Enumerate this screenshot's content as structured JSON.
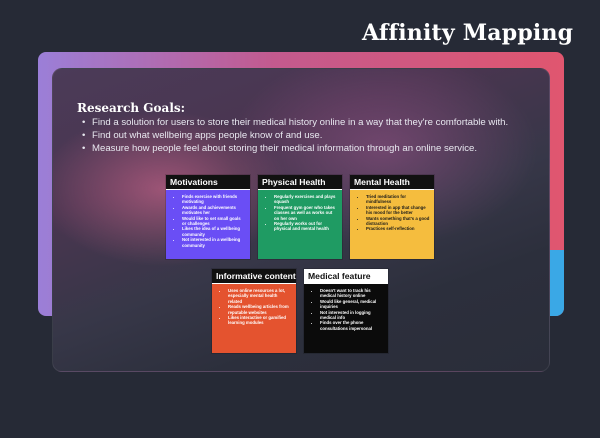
{
  "title": "Affinity Mapping",
  "research": {
    "heading": "Research Goals:",
    "goals": [
      "Find a solution for users to store their medical history online in a way that they're comfortable with.",
      "Find out what wellbeing apps people know of and use.",
      "Measure how people feel about storing their medical information through an online service."
    ]
  },
  "cards": [
    {
      "title": "Motivations",
      "color": "#6a4ef5",
      "items": [
        "Finds exercise with friends motivating",
        "Awards and achievements motivates her",
        "Would like to set small goals or challenges",
        "Likes the idea of a wellbeing community",
        "Not interested in a wellbeing community"
      ]
    },
    {
      "title": "Physical Health",
      "color": "#1f9b63",
      "items": [
        "Regularly exercises and plays squash",
        "Frequent gym goer who takes classes as well as works out on her own",
        "Regularly works out for physical and mental health"
      ]
    },
    {
      "title": "Mental Health",
      "color": "#f5bd3e",
      "items": [
        "Tried meditation for mindfulness",
        "Interested in app that change his mood for the better",
        "Wants something that's a good distraction",
        "Practices self-reflection"
      ]
    },
    {
      "title": "Informative content",
      "color": "#e4532f",
      "items": [
        "Uses online resources a lot, especially mental health related",
        "Reads wellbeing articles from reputable websites",
        "Likes interactive or gamified learning modules"
      ]
    },
    {
      "title": "Medical feature",
      "color": "#0b0b0b",
      "items": [
        "Doesn't want to track his medical history online",
        "Would like general, medical inquiries",
        "Not interested in logging medical info",
        "Finds over the phone consultations impersonal"
      ]
    }
  ]
}
